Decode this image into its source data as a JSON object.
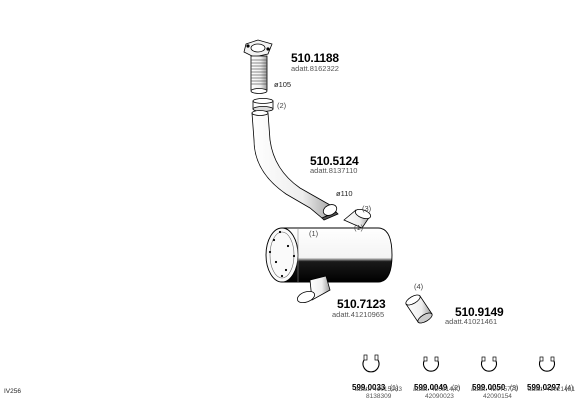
{
  "parts": [
    {
      "code": "510.1188",
      "sub": "adatt.8162322"
    },
    {
      "code": "510.5124",
      "sub": "adatt.8137110"
    },
    {
      "code": "510.7123",
      "sub": "adatt.41210965"
    },
    {
      "code": "510.9149",
      "sub": "adatt.41021461"
    }
  ],
  "annotations": {
    "dia105": "ø105",
    "dia110": "ø110",
    "q2": "(2)",
    "q3": "(3)",
    "q1a": "(1)",
    "q1b": "(1)",
    "q4": "(4)"
  },
  "fittings": [
    {
      "code": "599.0033",
      "qty": "(1)",
      "subs": [
        "adatt. 41015983",
        "8138309"
      ]
    },
    {
      "code": "599.0049",
      "qty": "(2)",
      "subs": [
        "adatt. 42081440",
        "42090023"
      ]
    },
    {
      "code": "599.0050",
      "qty": "(3)",
      "subs": [
        "adatt. 42075779",
        "42090154"
      ]
    },
    {
      "code": "599.0297",
      "qty": "(4)",
      "subs": [
        "adatt. 41021481"
      ]
    }
  ],
  "diagram_ref": "IV256",
  "colors": {
    "line": "#000000",
    "shade": "#222222",
    "text_grey": "#555555"
  }
}
